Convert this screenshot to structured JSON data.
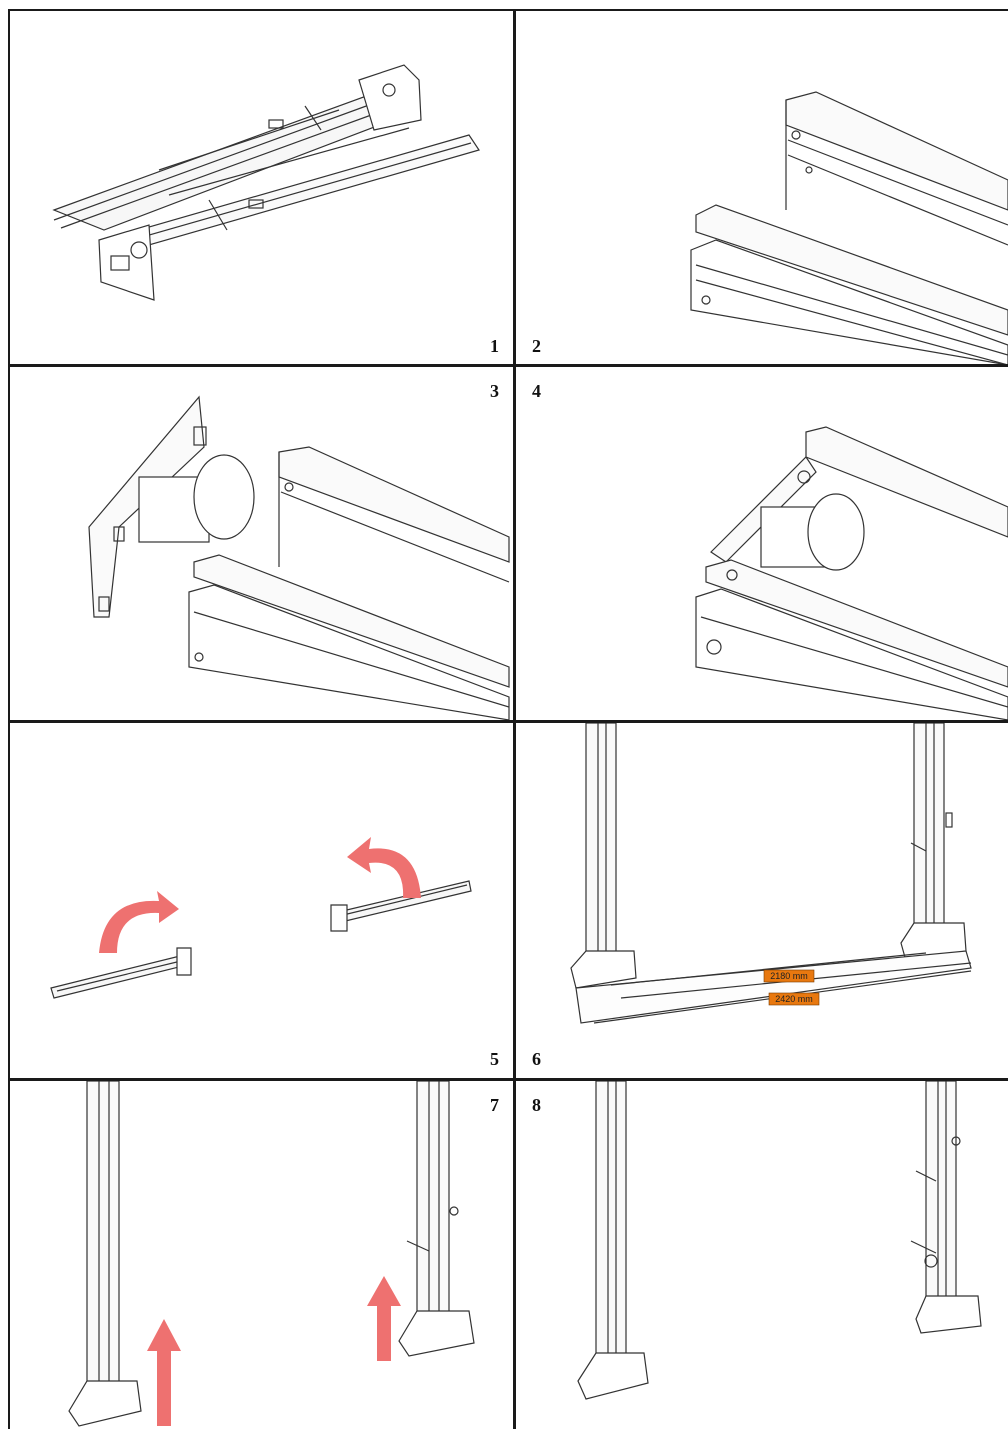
{
  "steps": [
    {
      "number": "1",
      "content": "rail-assembly"
    },
    {
      "number": "2",
      "content": "rail-closeup"
    },
    {
      "number": "3",
      "content": "bracket-and-rail"
    },
    {
      "number": "4",
      "content": "bracket-fitted"
    },
    {
      "number": "5",
      "content": "rotate-arms"
    },
    {
      "number": "6",
      "content": "post-spacing"
    },
    {
      "number": "7",
      "content": "raise-posts"
    },
    {
      "number": "8",
      "content": "posts-installed"
    }
  ],
  "dimensions": {
    "inner": "2180 mm",
    "outer": "2420 mm"
  },
  "colors": {
    "arrow": "#ee7170",
    "dim_label_bg": "#e8780f",
    "line": "#333333",
    "frame": "#1a1a1a"
  }
}
